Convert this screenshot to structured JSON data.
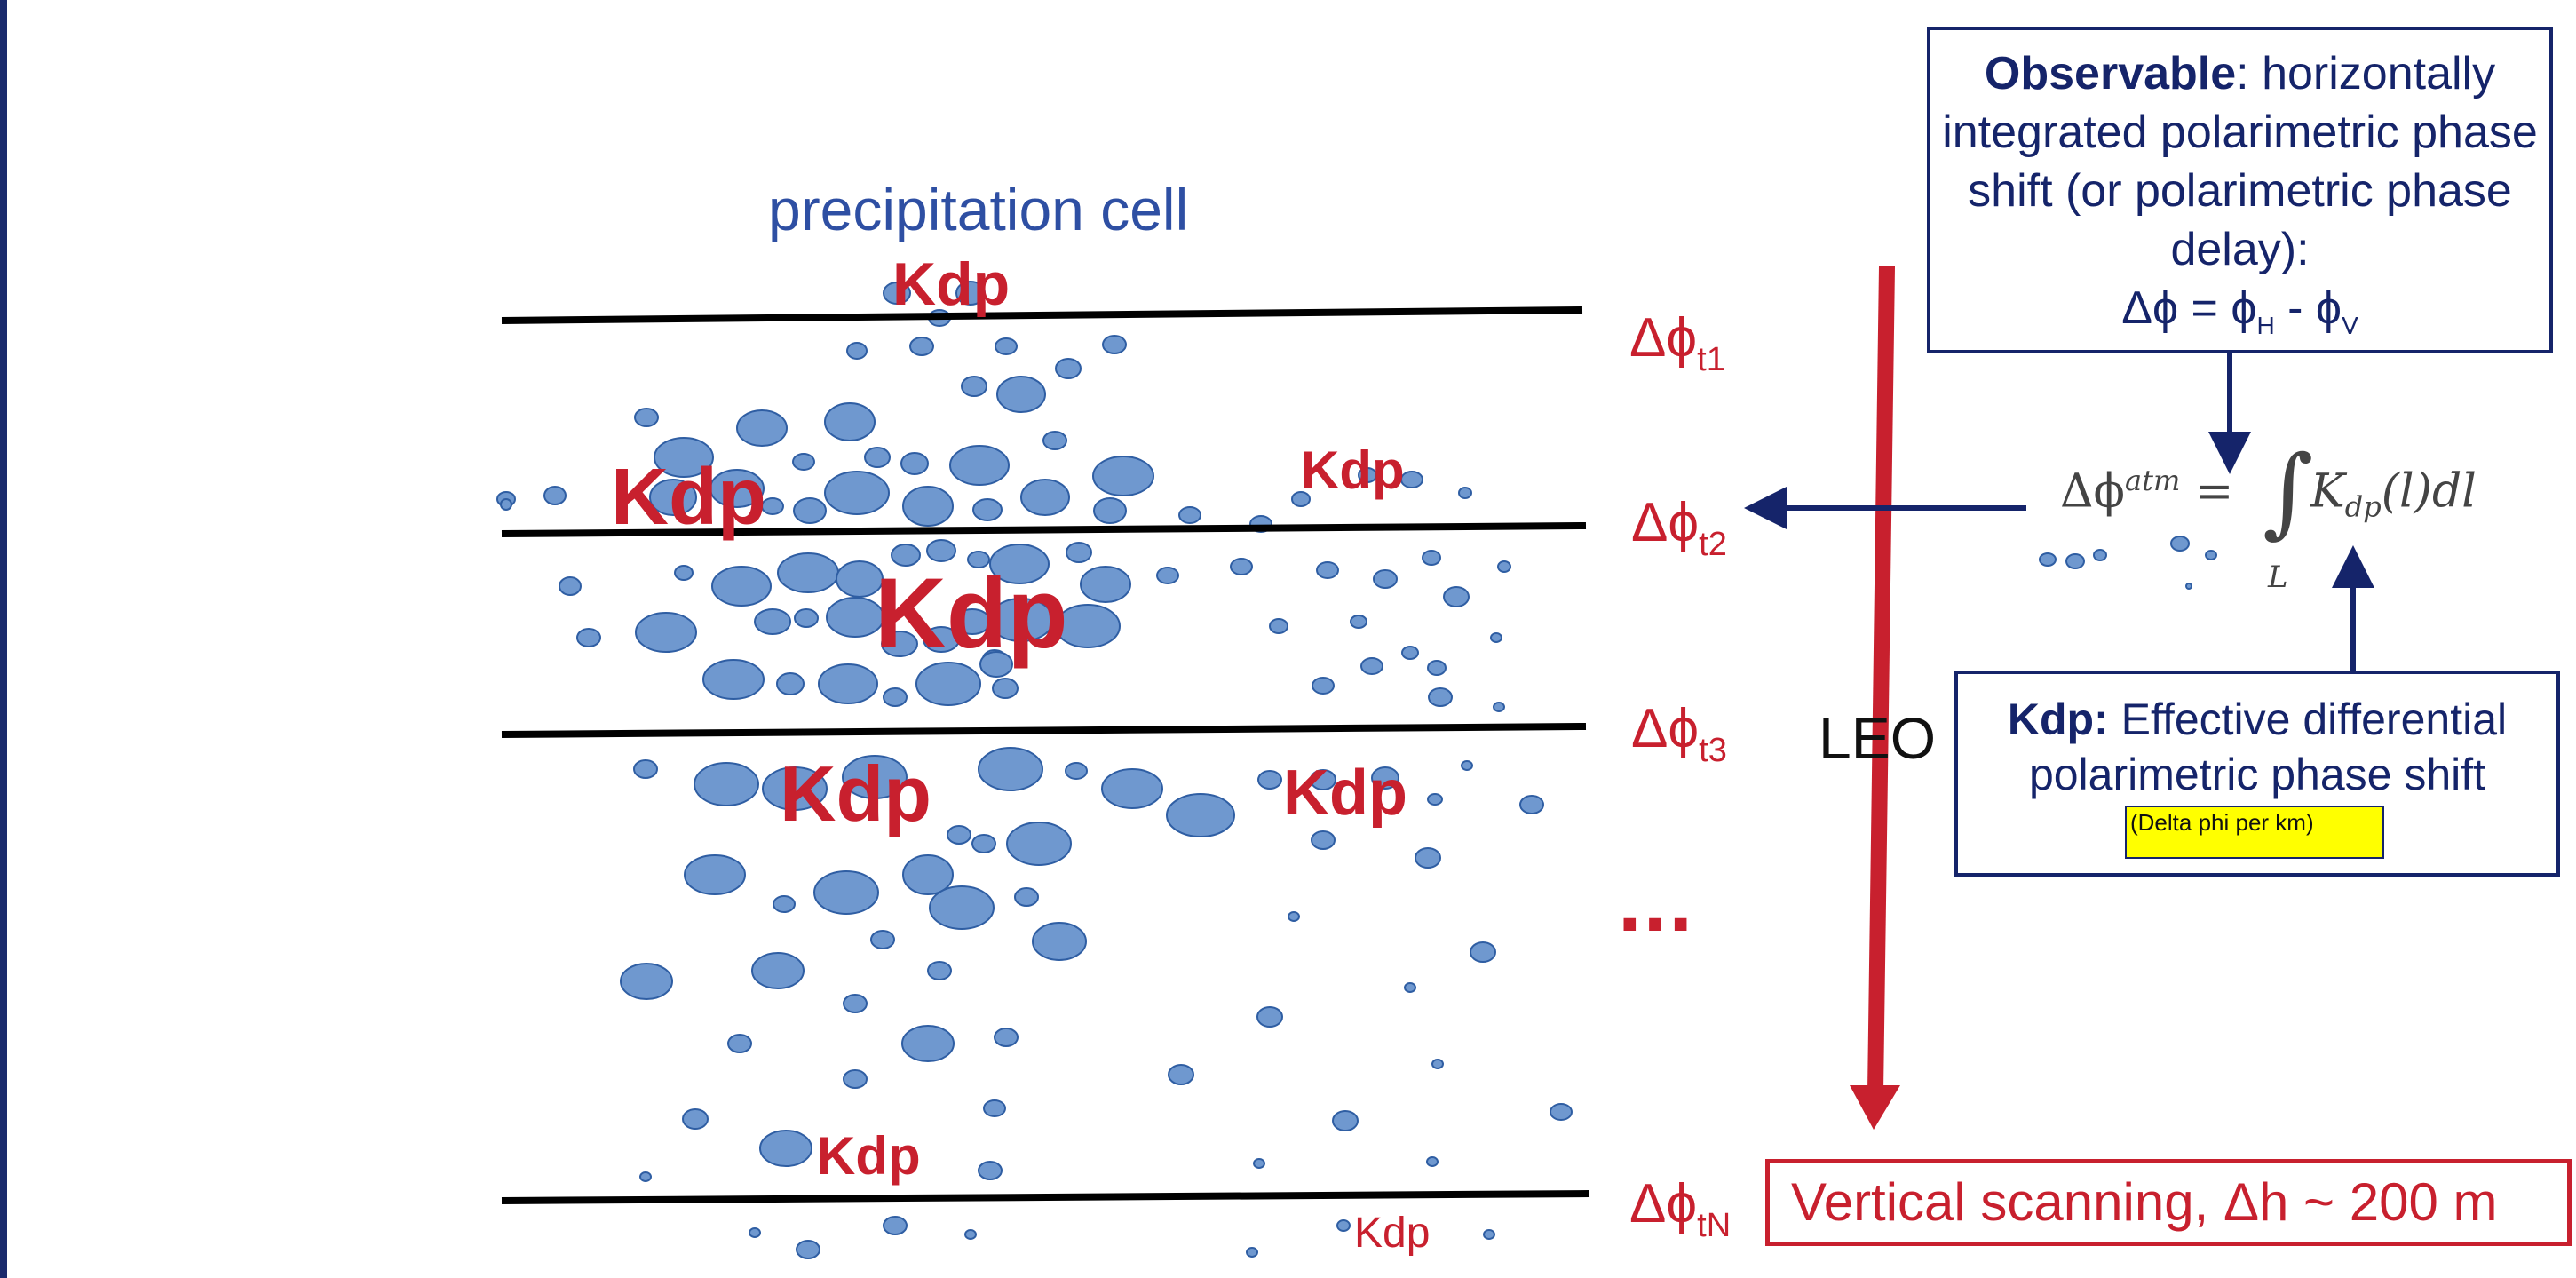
{
  "title": "precipitation cell",
  "kdp_label": "Kdp",
  "kdp_labels": [
    {
      "id": "kdp-1",
      "size": "m"
    },
    {
      "id": "kdp-2",
      "size": "l"
    },
    {
      "id": "kdp-3",
      "size": "s"
    },
    {
      "id": "kdp-4",
      "size": "xl"
    },
    {
      "id": "kdp-5",
      "size": "l"
    },
    {
      "id": "kdp-6",
      "size": "m"
    },
    {
      "id": "kdp-7",
      "size": "s"
    },
    {
      "id": "kdp-8",
      "size": "xs"
    }
  ],
  "phase_labels": [
    {
      "symbol": "Δϕ",
      "sub": "t1"
    },
    {
      "symbol": "Δϕ",
      "sub": "t2"
    },
    {
      "symbol": "Δϕ",
      "sub": "t3"
    },
    {
      "symbol": "Δϕ",
      "sub": "tN"
    }
  ],
  "ellipsis": "...",
  "leo_label": "LEO",
  "observable_box": {
    "bold": "Observable",
    "text": ": horizontally integrated polarimetric phase shift (or polarimetric phase delay):",
    "equation": {
      "lhs": "Δϕ = ϕ",
      "sub_h": "H",
      "mid": " - ϕ",
      "sub_v": "V"
    }
  },
  "formula": {
    "lhs": "Δϕ",
    "sup": "atm",
    "eq": " = ",
    "integral": "∫",
    "int_sub": "L",
    "integrand": "K",
    "integrand_sub": "dp",
    "tail": "(l)dl"
  },
  "kdp_box": {
    "bold": "Kdp:",
    "text": " Effective differential polarimetric phase shift",
    "note": "(Delta phi per km)"
  },
  "scanning_label": "Vertical scanning, Δh ~ 200 m",
  "colors": {
    "red": "#c8202e",
    "navy": "#15246a",
    "drop": "#6f98cf",
    "drop_stroke": "#2f5ea3",
    "title": "#2e4fa3"
  },
  "drops": [
    [
      1010,
      330,
      15,
      12
    ],
    [
      1058,
      358,
      12,
      9
    ],
    [
      1093,
      330,
      16,
      13
    ],
    [
      965,
      395,
      11,
      9
    ],
    [
      1038,
      390,
      13,
      10
    ],
    [
      1133,
      390,
      12,
      9
    ],
    [
      1150,
      444,
      27,
      20
    ],
    [
      1097,
      435,
      14,
      11
    ],
    [
      1203,
      415,
      14,
      11
    ],
    [
      1255,
      388,
      13,
      10
    ],
    [
      1188,
      496,
      13,
      10
    ],
    [
      728,
      470,
      13,
      10
    ],
    [
      770,
      515,
      33,
      22
    ],
    [
      858,
      482,
      28,
      20
    ],
    [
      957,
      475,
      28,
      21
    ],
    [
      988,
      515,
      14,
      11
    ],
    [
      905,
      520,
      12,
      9
    ],
    [
      1030,
      522,
      15,
      12
    ],
    [
      1103,
      524,
      33,
      22
    ],
    [
      1177,
      560,
      27,
      20
    ],
    [
      1265,
      536,
      34,
      22
    ],
    [
      1340,
      580,
      12,
      9
    ],
    [
      1420,
      590,
      12,
      9
    ],
    [
      1465,
      562,
      10,
      8
    ],
    [
      1540,
      535,
      10,
      8
    ],
    [
      1590,
      540,
      12,
      9
    ],
    [
      1650,
      555,
      7,
      6
    ],
    [
      758,
      560,
      26,
      20
    ],
    [
      830,
      550,
      30,
      21
    ],
    [
      870,
      570,
      12,
      9
    ],
    [
      912,
      575,
      18,
      14
    ],
    [
      965,
      555,
      36,
      24
    ],
    [
      1045,
      570,
      28,
      22
    ],
    [
      1112,
      574,
      16,
      12
    ],
    [
      1250,
      575,
      18,
      14
    ],
    [
      625,
      558,
      12,
      10
    ],
    [
      570,
      562,
      10,
      8
    ],
    [
      642,
      660,
      12,
      10
    ],
    [
      770,
      645,
      10,
      8
    ],
    [
      835,
      660,
      33,
      22
    ],
    [
      910,
      645,
      34,
      22
    ],
    [
      968,
      652,
      26,
      20
    ],
    [
      1020,
      625,
      16,
      12
    ],
    [
      1060,
      620,
      16,
      12
    ],
    [
      1102,
      630,
      12,
      9
    ],
    [
      1148,
      635,
      33,
      22
    ],
    [
      1215,
      622,
      14,
      11
    ],
    [
      1245,
      658,
      28,
      20
    ],
    [
      1315,
      648,
      12,
      9
    ],
    [
      1398,
      638,
      12,
      9
    ],
    [
      1495,
      642,
      12,
      9
    ],
    [
      1560,
      652,
      13,
      10
    ],
    [
      1640,
      672,
      14,
      11
    ],
    [
      1612,
      628,
      10,
      8
    ],
    [
      1694,
      638,
      7,
      6
    ],
    [
      663,
      718,
      13,
      10
    ],
    [
      750,
      712,
      34,
      22
    ],
    [
      870,
      700,
      20,
      14
    ],
    [
      908,
      696,
      13,
      10
    ],
    [
      963,
      695,
      32,
      22
    ],
    [
      1013,
      725,
      20,
      14
    ],
    [
      1060,
      720,
      20,
      14
    ],
    [
      1095,
      700,
      20,
      14
    ],
    [
      1150,
      698,
      36,
      24
    ],
    [
      1225,
      705,
      36,
      24
    ],
    [
      1120,
      742,
      13,
      10
    ],
    [
      1440,
      705,
      10,
      8
    ],
    [
      1530,
      700,
      9,
      7
    ],
    [
      1685,
      718,
      6,
      5
    ],
    [
      1618,
      752,
      10,
      8
    ],
    [
      1490,
      772,
      12,
      9
    ],
    [
      1545,
      750,
      12,
      9
    ],
    [
      826,
      765,
      34,
      22
    ],
    [
      955,
      770,
      33,
      22
    ],
    [
      1068,
      770,
      36,
      24
    ],
    [
      1132,
      775,
      14,
      11
    ],
    [
      1008,
      785,
      13,
      10
    ],
    [
      890,
      770,
      15,
      12
    ],
    [
      1122,
      748,
      18,
      14
    ],
    [
      1588,
      735,
      9,
      7
    ],
    [
      1622,
      785,
      13,
      10
    ],
    [
      1688,
      796,
      6,
      5
    ],
    [
      727,
      866,
      13,
      10
    ],
    [
      818,
      883,
      36,
      24
    ],
    [
      895,
      888,
      36,
      24
    ],
    [
      985,
      875,
      36,
      24
    ],
    [
      1138,
      866,
      36,
      24
    ],
    [
      1212,
      868,
      12,
      9
    ],
    [
      1275,
      888,
      34,
      22
    ],
    [
      1352,
      918,
      38,
      24
    ],
    [
      1430,
      878,
      13,
      10
    ],
    [
      1490,
      878,
      14,
      11
    ],
    [
      1560,
      876,
      15,
      12
    ],
    [
      1616,
      900,
      8,
      6
    ],
    [
      1652,
      862,
      6,
      5
    ],
    [
      1725,
      906,
      13,
      10
    ],
    [
      805,
      985,
      34,
      22
    ],
    [
      883,
      1018,
      12,
      9
    ],
    [
      953,
      1005,
      36,
      24
    ],
    [
      1045,
      985,
      28,
      22
    ],
    [
      1080,
      940,
      13,
      10
    ],
    [
      1108,
      950,
      13,
      10
    ],
    [
      1170,
      950,
      36,
      24
    ],
    [
      1156,
      1010,
      13,
      10
    ],
    [
      1083,
      1022,
      36,
      24
    ],
    [
      1490,
      946,
      13,
      10
    ],
    [
      1608,
      966,
      14,
      11
    ],
    [
      1457,
      1032,
      6,
      5
    ],
    [
      728,
      1105,
      29,
      20
    ],
    [
      876,
      1093,
      29,
      20
    ],
    [
      994,
      1058,
      13,
      10
    ],
    [
      1058,
      1093,
      13,
      10
    ],
    [
      1193,
      1060,
      30,
      21
    ],
    [
      963,
      1130,
      13,
      10
    ],
    [
      1045,
      1175,
      29,
      20
    ],
    [
      1133,
      1168,
      13,
      10
    ],
    [
      833,
      1175,
      13,
      10
    ],
    [
      1670,
      1072,
      14,
      11
    ],
    [
      1588,
      1112,
      6,
      5
    ],
    [
      1430,
      1145,
      14,
      11
    ],
    [
      1330,
      1210,
      14,
      11
    ],
    [
      1619,
      1198,
      6,
      5
    ],
    [
      963,
      1215,
      13,
      10
    ],
    [
      1120,
      1248,
      12,
      9
    ],
    [
      783,
      1260,
      14,
      11
    ],
    [
      885,
      1293,
      29,
      20
    ],
    [
      1115,
      1318,
      13,
      10
    ],
    [
      727,
      1325,
      6,
      5
    ],
    [
      1515,
      1262,
      14,
      11
    ],
    [
      1758,
      1252,
      12,
      9
    ],
    [
      1418,
      1310,
      6,
      5
    ],
    [
      1613,
      1308,
      6,
      5
    ],
    [
      1008,
      1380,
      13,
      10
    ],
    [
      910,
      1407,
      13,
      10
    ],
    [
      850,
      1388,
      6,
      5
    ],
    [
      1093,
      1390,
      6,
      5
    ],
    [
      1410,
      1410,
      6,
      5
    ],
    [
      1513,
      1380,
      7,
      6
    ],
    [
      1677,
      1390,
      6,
      5
    ],
    [
      570,
      568,
      6,
      6
    ],
    [
      2306,
      630,
      9,
      7
    ],
    [
      2337,
      632,
      10,
      8
    ],
    [
      2365,
      625,
      7,
      6
    ],
    [
      2455,
      612,
      10,
      8
    ],
    [
      2490,
      625,
      6,
      5
    ],
    [
      2465,
      660,
      3,
      3
    ]
  ]
}
